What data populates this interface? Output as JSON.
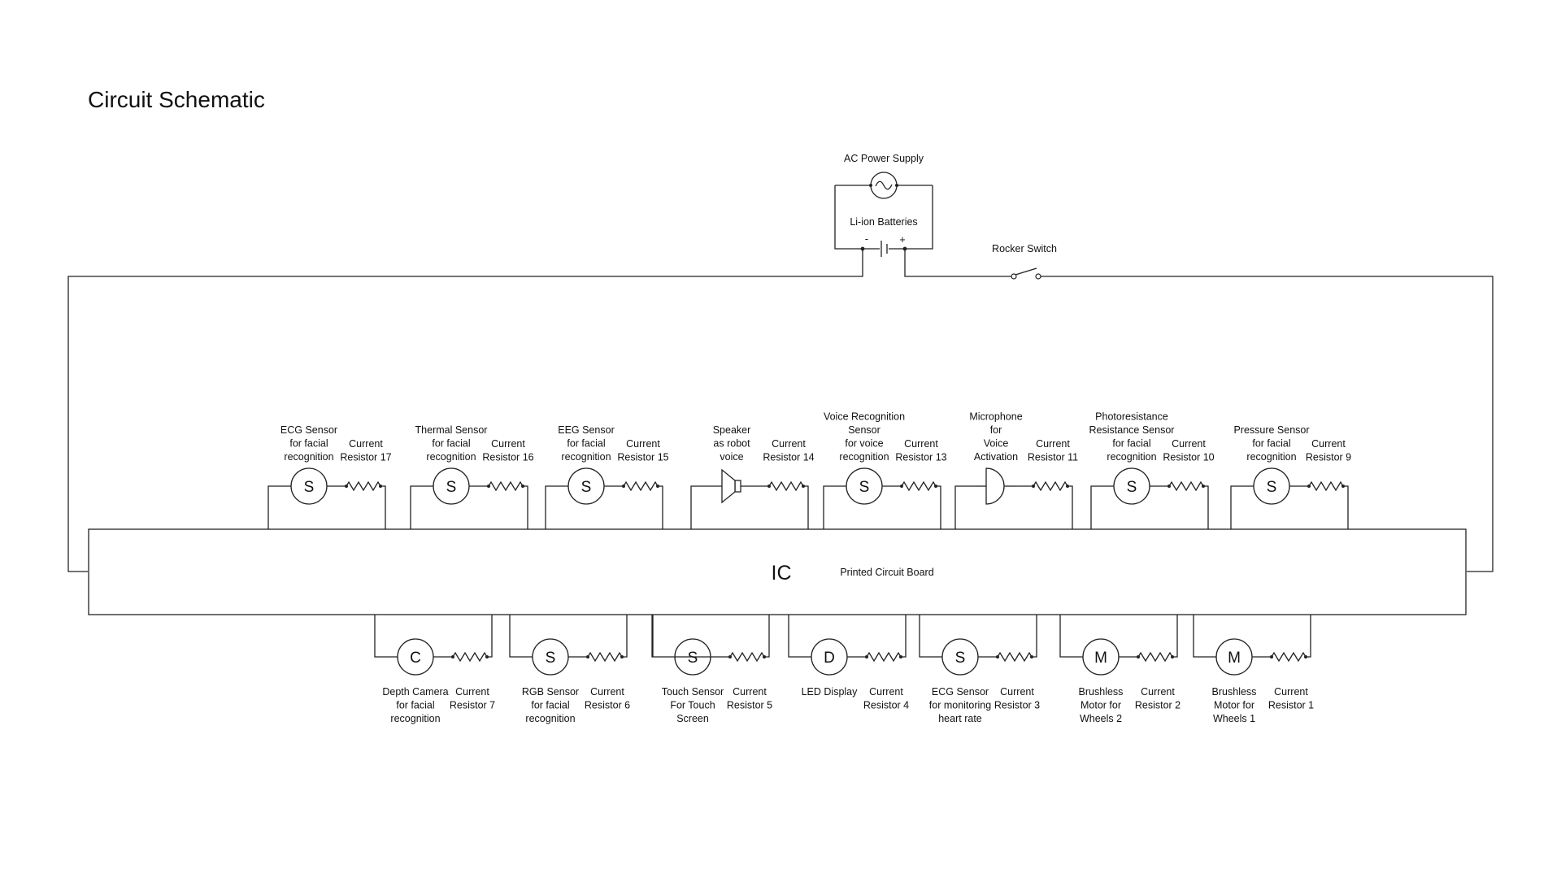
{
  "title": "Circuit Schematic",
  "power": {
    "ac_label": "AC Power Supply",
    "battery_label": "Li-ion Batteries",
    "minus": "-",
    "plus": "+",
    "switch_label": "Rocker Switch"
  },
  "board": {
    "ic_label": "IC",
    "board_label": "Printed Circuit Board"
  },
  "top_components": [
    {
      "type": "sensor",
      "symbol": "S",
      "label": [
        "ECG Sensor",
        "for facial",
        "recognition"
      ],
      "resistor": [
        "Current",
        "Resistor 17"
      ]
    },
    {
      "type": "sensor",
      "symbol": "S",
      "label": [
        "Thermal Sensor",
        "for facial",
        "recognition"
      ],
      "resistor": [
        "Current",
        "Resistor 16"
      ]
    },
    {
      "type": "sensor",
      "symbol": "S",
      "label": [
        "EEG Sensor",
        "for facial",
        "recognition"
      ],
      "resistor": [
        "Current",
        "Resistor 15"
      ]
    },
    {
      "type": "speaker",
      "symbol": "",
      "label": [
        "Speaker",
        "as robot",
        "voice"
      ],
      "resistor": [
        "Current",
        "Resistor 14"
      ]
    },
    {
      "type": "sensor",
      "symbol": "S",
      "label": [
        "Voice Recognition",
        "Sensor",
        "for voice",
        "recognition"
      ],
      "resistor": [
        "Current",
        "Resistor 13"
      ]
    },
    {
      "type": "microphone",
      "symbol": "",
      "label": [
        "Microphone",
        "for",
        "Voice",
        "Activation"
      ],
      "resistor": [
        "Current",
        "Resistor 11"
      ]
    },
    {
      "type": "sensor",
      "symbol": "S",
      "label": [
        "Photoresistance",
        "Resistance Sensor",
        "for facial",
        "recognition"
      ],
      "resistor": [
        "Current",
        "Resistor 10"
      ]
    },
    {
      "type": "sensor",
      "symbol": "S",
      "label": [
        "Pressure Sensor",
        "for facial",
        "recognition"
      ],
      "resistor": [
        "Current",
        "Resistor 9"
      ]
    }
  ],
  "bottom_components": [
    {
      "type": "camera",
      "symbol": "C",
      "label": [
        "Depth Camera",
        "for facial",
        "recognition"
      ],
      "resistor": [
        "Current",
        "Resistor 7"
      ]
    },
    {
      "type": "sensor",
      "symbol": "S",
      "label": [
        "RGB Sensor",
        "for facial",
        "recognition"
      ],
      "resistor": [
        "Current",
        "Resistor 6"
      ]
    },
    {
      "type": "touch",
      "symbol": "S",
      "label": [
        "Touch Sensor",
        "For Touch",
        "Screen"
      ],
      "resistor": [
        "Current",
        "Resistor 5"
      ]
    },
    {
      "type": "display",
      "symbol": "D",
      "label": [
        "LED Display"
      ],
      "resistor": [
        "Current",
        "Resistor 4"
      ]
    },
    {
      "type": "sensor",
      "symbol": "S",
      "label": [
        "ECG Sensor",
        "for monitoring",
        "heart rate"
      ],
      "resistor": [
        "Current",
        "Resistor 3"
      ]
    },
    {
      "type": "motor",
      "symbol": "M",
      "label": [
        "Brushless",
        "Motor for",
        "Wheels 2"
      ],
      "resistor": [
        "Current",
        "Resistor 2"
      ]
    },
    {
      "type": "motor",
      "symbol": "M",
      "label": [
        "Brushless",
        "Motor for",
        "Wheels 1"
      ],
      "resistor": [
        "Current",
        "Resistor 1"
      ]
    }
  ]
}
